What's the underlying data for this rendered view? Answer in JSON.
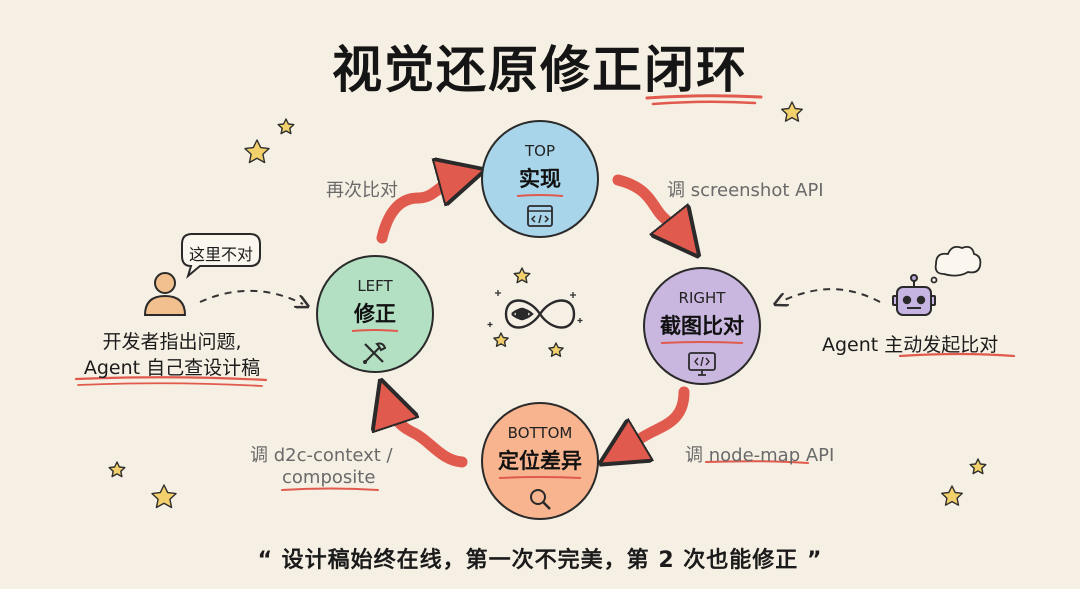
{
  "title": "视觉还原修正闭环",
  "nodes": {
    "top": {
      "en": "TOP",
      "zh": "实现",
      "icon": "code-window-icon"
    },
    "left": {
      "en": "LEFT",
      "zh": "修正",
      "icon": "tools-icon"
    },
    "right": {
      "en": "RIGHT",
      "zh": "截图比对",
      "icon": "monitor-code-icon"
    },
    "bottom": {
      "en": "BOTTOM",
      "zh": "定位差异",
      "icon": "magnifier-icon"
    }
  },
  "edges": {
    "left_to_top": "再次比对",
    "top_to_right": "调 screenshot API",
    "right_to_bottom": "调 node-map API",
    "bottom_to_left_line1": "调 d2c-context /",
    "bottom_to_left_line2": "composite"
  },
  "developer": {
    "bubble": "这里不对",
    "line1": "开发者指出问题,",
    "line2": "Agent 自己查设计稿"
  },
  "agent": {
    "text": "Agent 主动发起比对"
  },
  "center_icon": "infinity-eye-icon",
  "quote": "“ 设计稿始终在线，第一次不完美，第 2 次也能修正 ”",
  "colors": {
    "background": "#f6efe3",
    "top": "#a9d5ea",
    "left": "#b3dfc3",
    "right": "#cab7e0",
    "bottom": "#f7b48f",
    "arrow": "#e05a4d",
    "underline": "#e05a4d"
  }
}
